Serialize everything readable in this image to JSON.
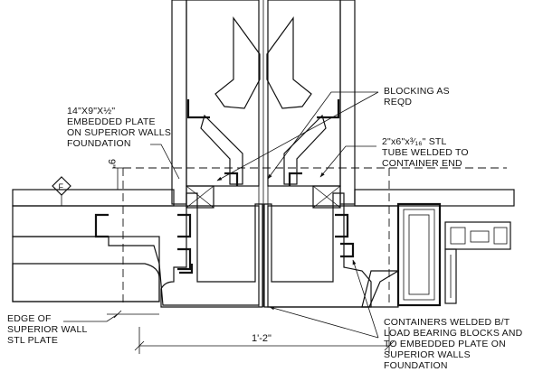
{
  "notes": {
    "embedded_plate": [
      "14\"X9\"X½\"",
      "EMBEDDED PLATE",
      "ON SUPERIOR WALLS",
      "FOUNDATION"
    ],
    "blocking": [
      "BLOCKING AS",
      "REQD"
    ],
    "stl_tube": [
      "2\"x6\"x³⁄₁₆\" STL",
      "TUBE WELDED TO",
      "CONTAINER END"
    ],
    "edge_plate": [
      "EDGE OF",
      "SUPERIOR WALL",
      "STL PLATE"
    ],
    "containers_welded": [
      "CONTAINERS WELDED B/T",
      "LOAD BEARING BLOCKS AND",
      "TO EMBEDDED PLATE ON",
      "SUPERIOR WALLS",
      "FOUNDATION"
    ]
  },
  "dimensions": {
    "vertical": "9\"",
    "horizontal": "1'-2\""
  },
  "marker": {
    "label": "F"
  }
}
